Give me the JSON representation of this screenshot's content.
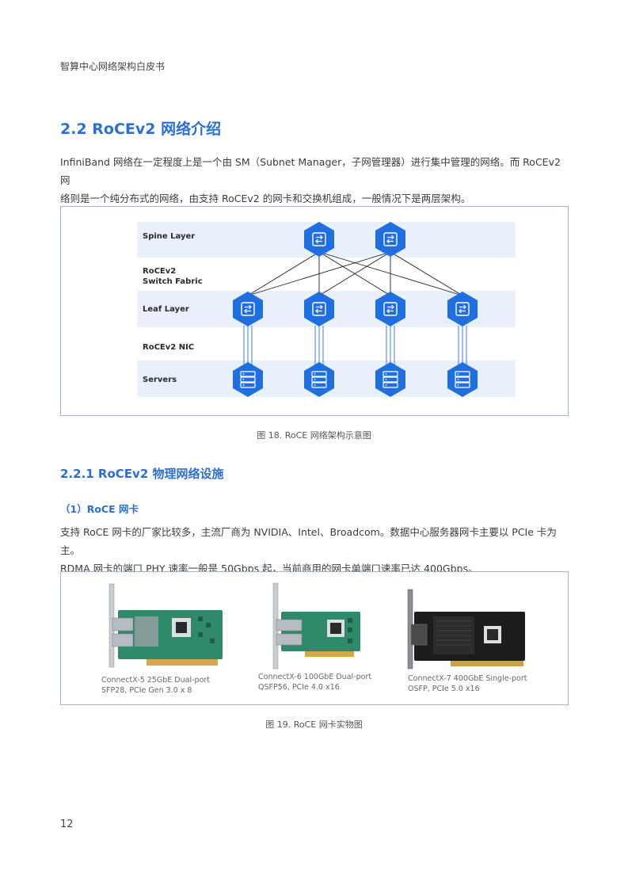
{
  "header": {
    "title": "智算中心网络架构白皮书"
  },
  "section": {
    "heading": "2.2 RoCEv2 网络介绍",
    "intro_line1": "InfiniBand 网络在一定程度上是一个由 SM（Subnet Manager，子网管理器）进行集中管理的网络。而 RoCEv2 网",
    "intro_line2": "络则是一个纯分布式的网络，由支持 RoCEv2 的网卡和交换机组成，一般情况下是两层架构。"
  },
  "figure18": {
    "layers": {
      "spine": "Spine Layer",
      "fabric_line1": "RoCEv2",
      "fabric_line2": "Switch Fabric",
      "leaf": "Leaf Layer",
      "nic": "RoCEv2 NIC",
      "servers": "Servers"
    },
    "caption": "图 18. RoCE 网络架构示意图",
    "colors": {
      "node": "#1f6fe0",
      "band": "#e9f0fb",
      "link": "#222222",
      "nic_link": "#3b7de8"
    },
    "icons": {
      "switch": "switch-arrows-icon",
      "server": "server-rack-icon"
    }
  },
  "subsection": {
    "heading": "2.2.1 RoCEv2 物理网络设施",
    "item_heading": "（1）RoCE 网卡",
    "para_line1": "支持 RoCE 网卡的厂家比较多，主流厂商为 NVIDIA、Intel、Broadcom。数据中心服务器网卡主要以 PCIe 卡为主。",
    "para_line2": "RDMA 网卡的端口 PHY 速率一般是 50Gbps 起，当前商用的网卡单端口速率已达 400Gbps。"
  },
  "figure19": {
    "cards": [
      {
        "line1": "ConnectX-5 25GbE Dual-port",
        "line2": "SFP28, PCIe Gen 3.0 x 8",
        "board_color": "#2f8a6a"
      },
      {
        "line1": "ConnectX-6 100GbE Dual-port",
        "line2": "QSFP56, PCIe 4.0 x16",
        "board_color": "#2f8a6a"
      },
      {
        "line1": "ConnectX-7 400GbE Single-port",
        "line2": "OSFP, PCIe 5.0 x16",
        "board_color": "#1c1c1c"
      }
    ],
    "caption": "图 19. RoCE 网卡实物图"
  },
  "footer": {
    "page_number": "12"
  }
}
